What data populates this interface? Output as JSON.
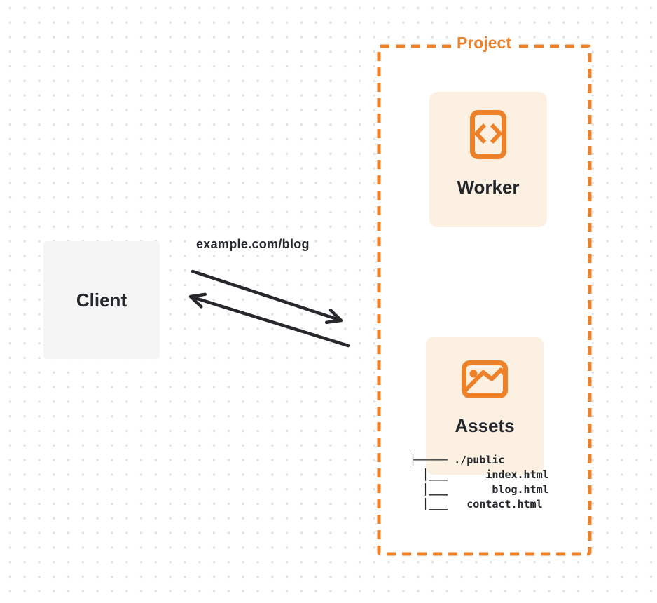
{
  "project": {
    "label": "Project"
  },
  "worker": {
    "label": "Worker",
    "icon": "code-icon"
  },
  "assets": {
    "label": "Assets",
    "icon": "image-icon"
  },
  "client": {
    "label": "Client"
  },
  "request": {
    "url_label": "example.com/blog"
  },
  "file_tree": {
    "root": "./public",
    "files": [
      "index.html",
      "blog.html",
      "contact.html"
    ],
    "lines": [
      "├───── ./public",
      "  │___      index.html",
      "  │___       blog.html",
      "  │___   contact.html"
    ]
  },
  "colors": {
    "accent": "#EE8028",
    "card_bg": "#FBF0E2",
    "client_bg": "#F5F5F6",
    "text_dark": "#24272C",
    "arrow": "#26282C",
    "dot_grid": "#E1E1E5",
    "surface": "#FFFFFF"
  }
}
